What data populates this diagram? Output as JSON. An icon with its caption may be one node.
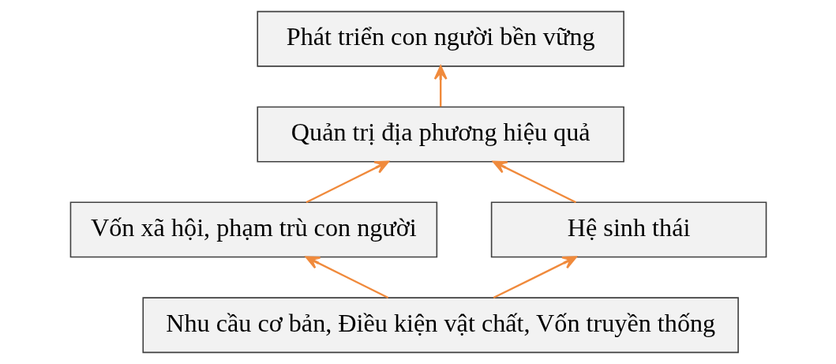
{
  "diagram": {
    "nodes": [
      {
        "text": [
          "Phát triển con người bền vững"
        ]
      },
      {
        "text": [
          "Quản trị địa phương hiệu quả"
        ]
      },
      {
        "text": [
          "Vốn xã hội, phạm trù con người"
        ]
      },
      {
        "text": [
          "Hệ sinh thái"
        ]
      },
      {
        "text": [
          "Nhu cầu cơ bản, Điều kiện vật chất, Vốn truyền thống"
        ]
      }
    ],
    "edges": [
      {
        "from": 1,
        "to": 0,
        "arrow": "to"
      },
      {
        "from": 2,
        "to": 1,
        "arrow": "to"
      },
      {
        "from": 3,
        "to": 1,
        "arrow": "to"
      },
      {
        "from": 4,
        "to": 2,
        "arrow": "to"
      },
      {
        "from": 4,
        "to": 3,
        "arrow": "to"
      }
    ]
  }
}
